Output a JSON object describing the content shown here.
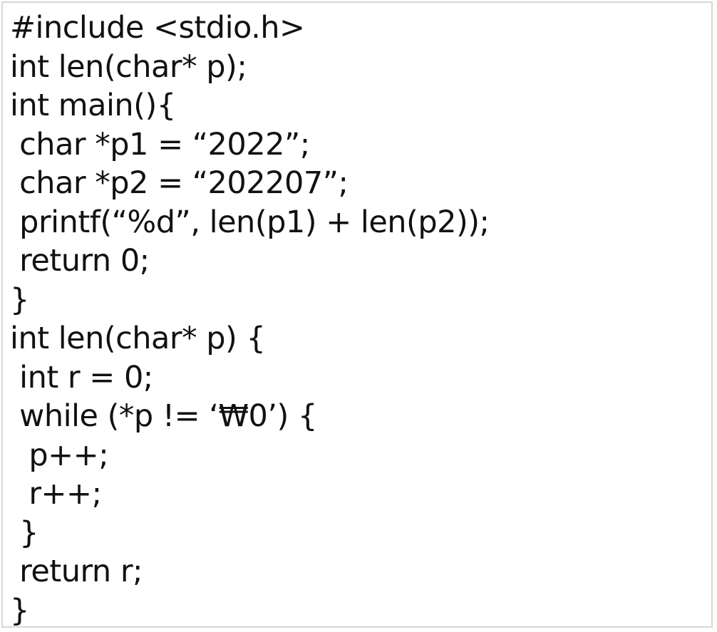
{
  "code": {
    "lines": [
      "#include <stdio.h>",
      "int len(char* p);",
      "int main(){",
      " char *p1 = “2022”;",
      " char *p2 = “202207”;",
      " printf(“%d”, len(p1) + len(p2));",
      " return 0;",
      "}",
      "int len(char* p) {",
      " int r = 0;",
      " while (*p != ‘₩0’) {",
      "  p++;",
      "  r++;",
      " }",
      " return r;",
      "}"
    ]
  }
}
